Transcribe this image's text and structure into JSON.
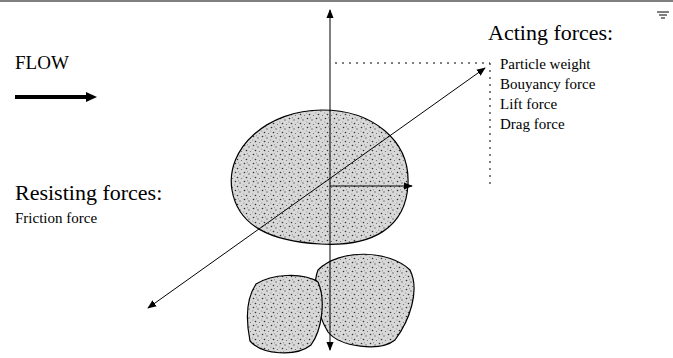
{
  "diagram": {
    "labels": [
      "FLOW",
      "Acting forces:",
      "Particle weight",
      "Bouyancy force",
      "Lift force",
      "Drag force",
      "Resisting forces:",
      "Friction force"
    ]
  }
}
